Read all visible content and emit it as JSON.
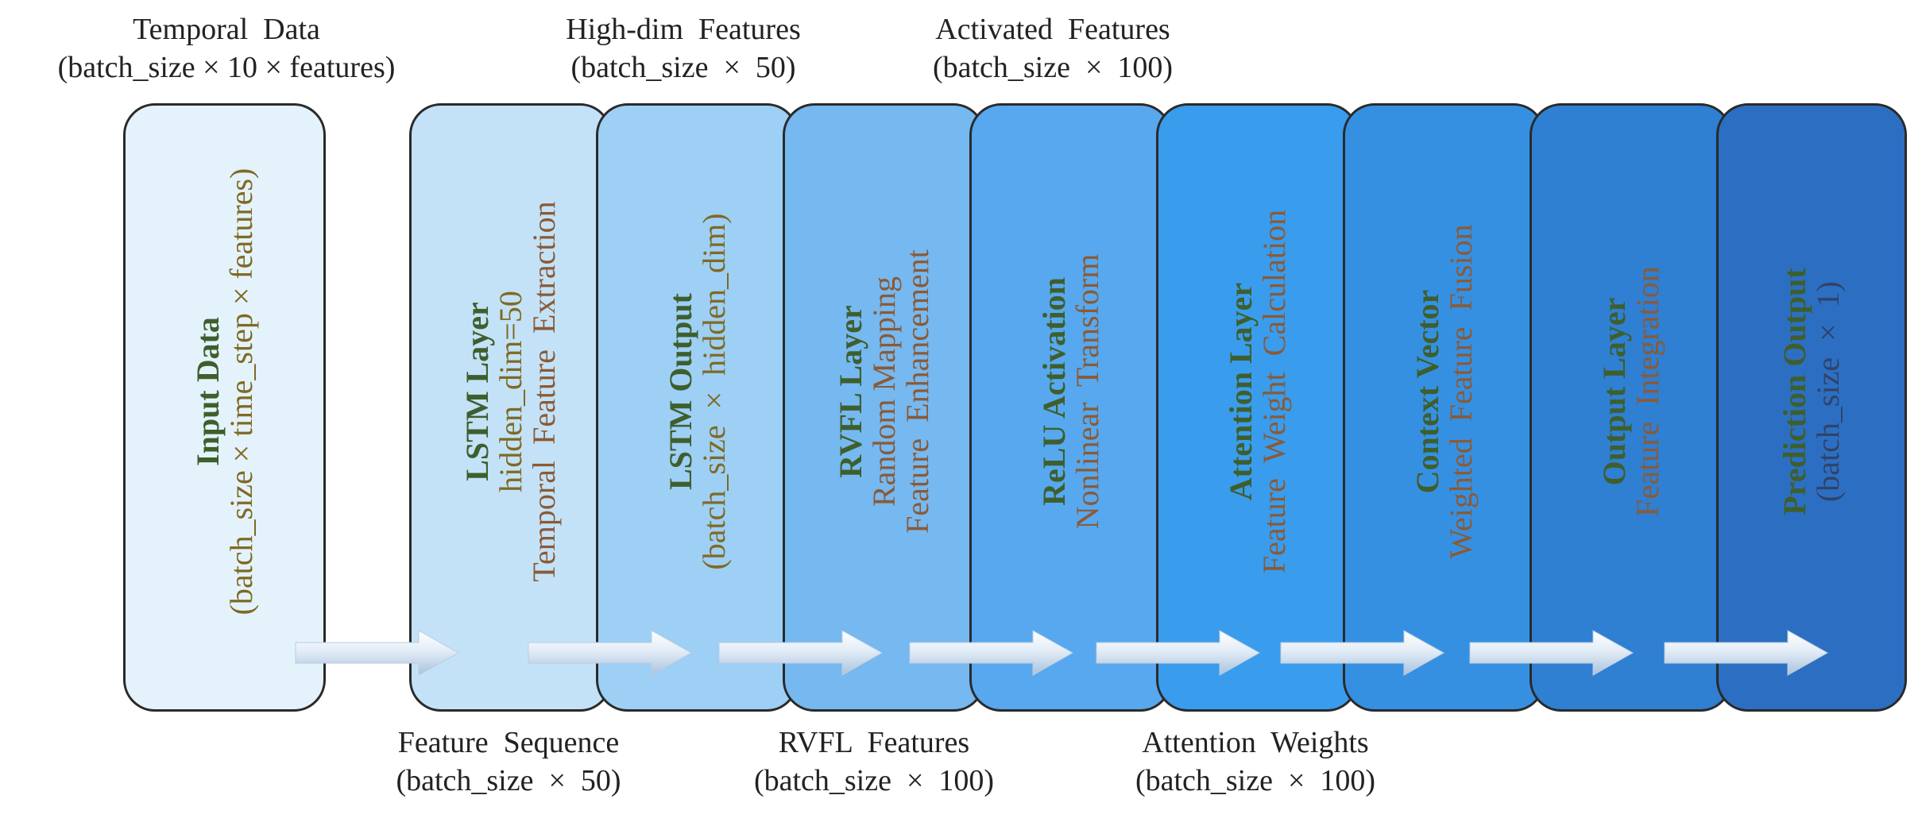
{
  "colors": {
    "block_fills": [
      "#e4f2fb",
      "#c3e2f7",
      "#9ecff5",
      "#76b8f0",
      "#57a8ee",
      "#3a9cec",
      "#3690e2",
      "#2f7fd2",
      "#2c6fc2"
    ],
    "title_color": "#3e5f2d",
    "subtitle_olive": "#7f6a23",
    "subtitle_brown": "#8a5a36",
    "border": "#2a2a2a"
  },
  "blocks": [
    {
      "id": "input-data",
      "title": "Input Data",
      "lines": [
        "(batch_size × time_step × features)"
      ]
    },
    {
      "id": "lstm-layer",
      "title": "LSTM Layer",
      "lines": [
        "hidden_dim=50",
        "Temporal  Feature  Extraction"
      ]
    },
    {
      "id": "lstm-output",
      "title": "LSTM Output",
      "lines": [
        "(batch_size  ×  hidden_dim)"
      ]
    },
    {
      "id": "rvfl-layer",
      "title": "RVFL Layer",
      "lines": [
        "Random Mapping",
        "Feature  Enhancement"
      ]
    },
    {
      "id": "relu-activation",
      "title": "ReLU Activation",
      "lines": [
        "Nonlinear  Transform"
      ]
    },
    {
      "id": "attention-layer",
      "title": "Attention Layer",
      "lines": [
        "Feature  Weight  Calculation"
      ]
    },
    {
      "id": "context-vector",
      "title": "Context Vector",
      "lines": [
        "Weighted  Feature  Fusion"
      ]
    },
    {
      "id": "output-layer",
      "title": "Output Layer",
      "lines": [
        "Feature  Integration"
      ]
    },
    {
      "id": "prediction-output",
      "title": "Prediction Output",
      "lines": [
        "(batch_size  ×  1)"
      ]
    }
  ],
  "top_labels": [
    {
      "id": "temporal-data",
      "line1": "Temporal  Data",
      "line2": "(batch_size × 10 × features)"
    },
    {
      "id": "high-dim-features",
      "line1": "High-dim  Features",
      "line2": "(batch_size  ×  50)"
    },
    {
      "id": "activated-features",
      "line1": "Activated  Features",
      "line2": "(batch_size  ×  100)"
    }
  ],
  "bottom_labels": [
    {
      "id": "feature-sequence",
      "line1": "Feature  Sequence",
      "line2": "(batch_size  ×  50)"
    },
    {
      "id": "rvfl-features",
      "line1": "RVFL  Features",
      "line2": "(batch_size  ×  100)"
    },
    {
      "id": "attention-weights",
      "line1": "Attention  Weights",
      "line2": "(batch_size  ×  100)"
    }
  ],
  "arrow_count": 8
}
